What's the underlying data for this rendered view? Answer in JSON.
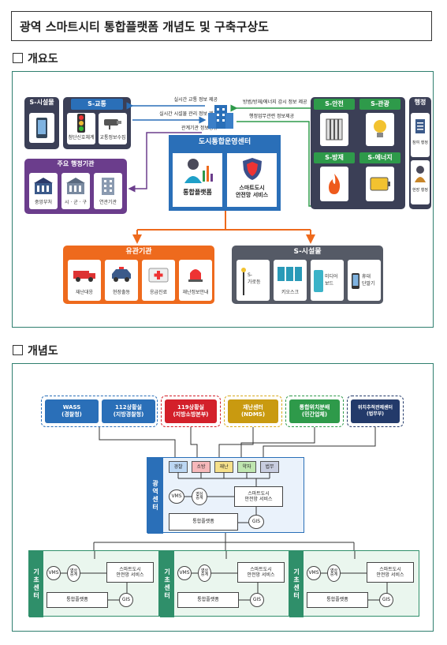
{
  "title": "광역 스마트시티 통합플랫폼 개념도 및 구축구상도",
  "sections": {
    "overview": "개요도",
    "concept": "개념도"
  },
  "overview": {
    "s_facility": {
      "label": "S-시설물"
    },
    "s_traffic": {
      "label": "S-교통",
      "items": [
        "첨단신호체계",
        "교통정보수집"
      ]
    },
    "arrows_left": [
      "실시간 교통 정보 제공",
      "실시간 시설물 관리 정보 제공",
      "관계기관 정보공유"
    ],
    "arrows_right": [
      "방범/방재/에너지 감시 정보 제공",
      "행정업무관련 정보제공"
    ],
    "main_agencies": {
      "label": "주요 행정기관",
      "items": [
        "중앙부처",
        "시 · 군 · 구",
        "연관기관"
      ]
    },
    "center": {
      "label": "도시통합운영센터",
      "platform": "통합플랫폼",
      "safety": "스마트도시\n안전망 서비스"
    },
    "s_safety": {
      "label": "S-안전"
    },
    "s_tourism": {
      "label": "S-관광"
    },
    "s_disaster": {
      "label": "S-방재"
    },
    "s_energy": {
      "label": "S-에너지"
    },
    "admin": {
      "label": "행정",
      "items": [
        "참여 행정",
        "현장 행정"
      ]
    },
    "related": {
      "label": "유관기관",
      "items": [
        "재난대응",
        "현장출동",
        "응급진료",
        "재난정보안내"
      ]
    },
    "s_facility2": {
      "label": "S-시설물",
      "items": [
        "S-\n가로등",
        "키오스크",
        "미디어\n보드",
        "휴대\n단말기"
      ]
    }
  },
  "concept": {
    "group1": [
      {
        "name": "WASS",
        "sub": "(경찰청)"
      },
      {
        "name": "112상황실",
        "sub": "(지방경찰청)"
      }
    ],
    "group2": [
      {
        "name": "119상황실",
        "sub": "(지방소방본부)"
      }
    ],
    "group3": [
      {
        "name": "재난센터",
        "sub": "(NDMS)"
      }
    ],
    "group4": [
      {
        "name": "통합위치분배",
        "sub": "(민간업체)"
      }
    ],
    "group5": [
      {
        "name": "위치추적관제센터",
        "sub": "(법무부)"
      }
    ],
    "regional": {
      "label": "광역센터",
      "tags": [
        "경찰",
        "소방",
        "재난",
        "약자",
        "법무"
      ],
      "vms": "VMS",
      "relay": "영상\n중계",
      "safety": "스마트도시\n안전망 서비스",
      "platform": "통합플랫폼",
      "gis": "GIS"
    },
    "local": {
      "label": "기초센터",
      "vms": "VMS",
      "relay": "영상\n중계",
      "safety": "스마트도시\n안전망 서비스",
      "platform": "통합플랫폼",
      "gis": "GIS"
    }
  },
  "colors": {
    "frame": "#2f7f6f",
    "navy": "#3b3f56",
    "blue": "#2a6fb8",
    "green": "#2e9a4a",
    "purple": "#6b3d8c",
    "orange": "#ee6a1d",
    "gray": "#555a66",
    "regional": "#2a6fb8",
    "local": "#2f8f6a"
  }
}
